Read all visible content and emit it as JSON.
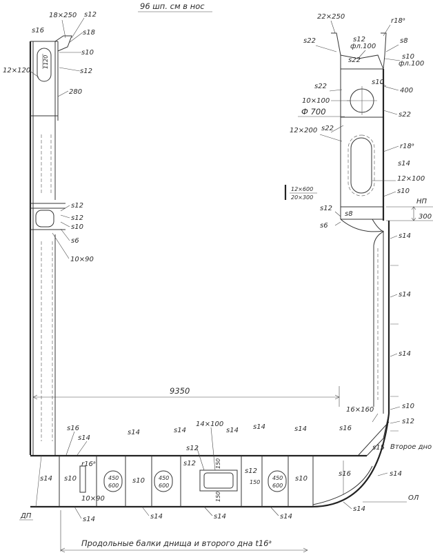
{
  "title": "96 шп. см в нос",
  "bottom_note": "Продольные балки днища и второго дна t16ᵃ",
  "dimensions": {
    "span": "9350",
    "left_top": "1120",
    "np_offset": "300"
  },
  "levels": {
    "np": "НП",
    "second_bottom": "Второе дно",
    "ol": "ОЛ",
    "dp": "ДП"
  },
  "left_post": {
    "top_plate": "18×250",
    "s12_top": "s12",
    "s16": "s16",
    "s18": "s18",
    "s10": "s10",
    "s12_mid": "s12",
    "flange": "12×120",
    "item_280": "280",
    "mid_s12a": "s12",
    "mid_s12b": "s12",
    "mid_s10": "s10",
    "mid_s6": "s6",
    "mid_strip": "10×90"
  },
  "right_post": {
    "top_plate": "22×250",
    "r18_top": "r18ᵃ",
    "s22_a": "s22",
    "s12_fl": "s12",
    "fl100_a": "фл.100",
    "s8_top": "s8",
    "s10_fl": "s10",
    "fl100_b": "фл.100",
    "s22_b": "s22",
    "s10_mid": "s10",
    "s22_c": "s22",
    "item_400": "400",
    "strip_10x100": "10×100",
    "hole": "Ф 700",
    "s22_d": "s22",
    "s22_e": "s22",
    "flange_12x200": "12×200",
    "r18_mid": "r18ᵃ",
    "s14": "s14",
    "flange_12x100": "12×100",
    "s10_low": "s10",
    "beam_a": "12×600",
    "beam_b": "20×300",
    "s12_low": "s12",
    "s8_low": "s8",
    "s6_low": "s6"
  },
  "right_side": {
    "s14_a": "s14",
    "s14_b": "s14",
    "s14_c": "s14",
    "bracket": "16×160",
    "s10": "s10",
    "s12": "s12",
    "s15": "s15",
    "s14_bilge": "s14"
  },
  "bottom_top_labels": {
    "s16": "s16",
    "s14_a": "s14",
    "s14_b": "s14",
    "s14_c": "s14",
    "s12": "s12",
    "plate": "14×100",
    "s14_d": "s14",
    "s14_e": "s14",
    "s14_f": "s14",
    "s16_b": "s16"
  },
  "bottom_cells": {
    "c1": "s14",
    "c2": "s10",
    "r16": "r16ᵃ",
    "strip": "10×90",
    "hole_a_top": "450",
    "hole_a_bot": "600",
    "c4": "s10",
    "hole_b_top": "450",
    "hole_b_bot": "600",
    "c6": "s12",
    "v150_top": "150",
    "v150_bot": "150",
    "c7s12": "s12",
    "h150": "150",
    "hole_c_top": "450",
    "hole_c_bot": "600",
    "c9": "s10",
    "c10": "s16"
  },
  "bottom_bot_labels": {
    "s14_a": "s14",
    "s14_b": "s14",
    "s14_c": "s14",
    "s14_d": "s14",
    "s14_e": "s14"
  }
}
